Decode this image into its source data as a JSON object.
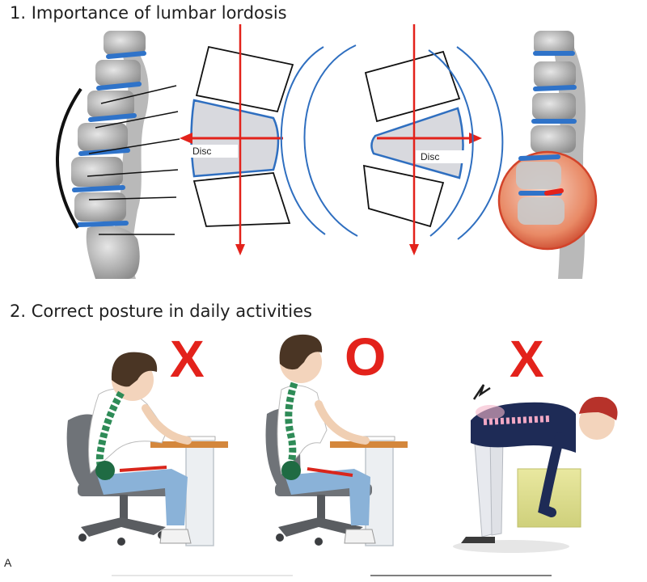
{
  "sections": {
    "lordosis_title": "1. Importance of lumbar lordosis",
    "posture_title": "2. Correct posture in daily activities"
  },
  "labels": {
    "disc_left": "Disc",
    "disc_right": "Disc",
    "panel": "A"
  },
  "posture_marks": [
    {
      "text": "X",
      "meaning": "incorrect"
    },
    {
      "text": "O",
      "meaning": "correct"
    },
    {
      "text": "X",
      "meaning": "incorrect"
    }
  ],
  "colors": {
    "arrow_red": "#e3221b",
    "disc_blue": "#2f6fc0",
    "disc_fill": "#d8d9de",
    "spine_green": "#2e8b57",
    "bone_gray": "#a9a9a9",
    "highlight_red": "#d64a2c"
  }
}
